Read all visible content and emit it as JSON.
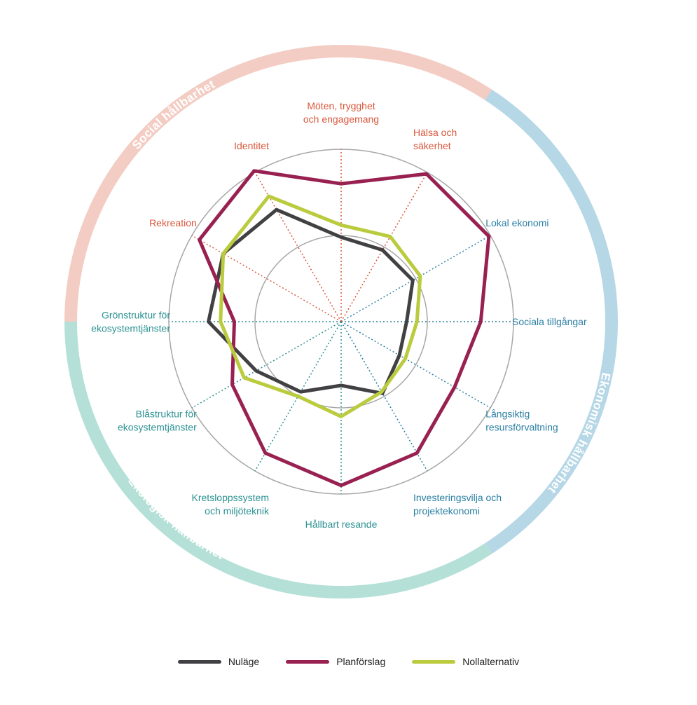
{
  "chart_data": {
    "type": "radar",
    "axes": [
      {
        "label": [
          "Möten, trygghet",
          "och engagemang"
        ],
        "group": "social"
      },
      {
        "label": [
          "Hälsa och",
          "säkerhet"
        ],
        "group": "social"
      },
      {
        "label": [
          "Lokal ekonomi"
        ],
        "group": "economic"
      },
      {
        "label": [
          "Sociala tillgångar"
        ],
        "group": "economic"
      },
      {
        "label": [
          "Långsiktig",
          "resursförvaltning"
        ],
        "group": "economic"
      },
      {
        "label": [
          "Investeringsvilja och",
          "projektekonomi"
        ],
        "group": "economic"
      },
      {
        "label": [
          "Hållbart resande"
        ],
        "group": "ecological"
      },
      {
        "label": [
          "Kretsloppssystem",
          "och miljöteknik"
        ],
        "group": "ecological"
      },
      {
        "label": [
          "Blåstruktur för",
          "ekosystemtjänster"
        ],
        "group": "ecological"
      },
      {
        "label": [
          "Grönstruktur för",
          "ekosystemtjänster"
        ],
        "group": "ecological"
      },
      {
        "label": [
          "Rekreation"
        ],
        "group": "social"
      },
      {
        "label": [
          "Identitet"
        ],
        "group": "social"
      }
    ],
    "rings": 2,
    "series": [
      {
        "name": "Nuläge",
        "color": "#414143",
        "values": [
          0.49,
          0.48,
          0.48,
          0.38,
          0.39,
          0.48,
          0.37,
          0.47,
          0.57,
          0.77,
          0.79,
          0.75
        ]
      },
      {
        "name": "Planförslag",
        "color": "#982151",
        "values": [
          0.8,
          0.99,
          0.99,
          0.81,
          0.76,
          0.88,
          0.95,
          0.88,
          0.73,
          0.62,
          0.95,
          1.01
        ]
      },
      {
        "name": "Nollalternativ",
        "color": "#BACB3E",
        "values": [
          0.56,
          0.57,
          0.53,
          0.44,
          0.43,
          0.47,
          0.55,
          0.5,
          0.65,
          0.7,
          0.79,
          0.84
        ]
      }
    ],
    "groups": [
      {
        "id": "social",
        "name": "Social hållbarhet",
        "color": "#F3CDC3",
        "label_color": "#D9573B"
      },
      {
        "id": "economic",
        "name": "Ekonomisk hållbarhet",
        "color": "#B6D7E6",
        "label_color": "#2A7FA3"
      },
      {
        "id": "ecological",
        "name": "Ekologisk hållbarhet",
        "color": "#B4E0D7",
        "label_color": "#2C9192"
      }
    ]
  }
}
